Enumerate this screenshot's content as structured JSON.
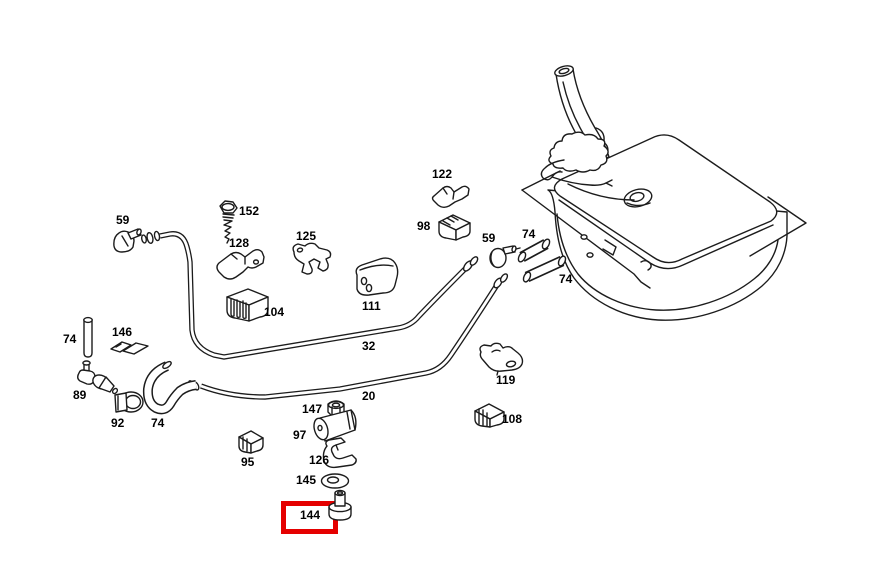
{
  "diagram": {
    "kind": "exploded-parts-diagram",
    "subject": "fuel tank with fuel lines, hoses, clamps and mounting hardware",
    "background_color": "#ffffff",
    "line_color": "#1c1c1c"
  },
  "highlight": {
    "label": "144",
    "color": "#e50000"
  },
  "parts_legend": {
    "59": "hose-clamp",
    "152": "screw",
    "128": "bracket",
    "125": "bracket",
    "104": "ribbed-clip-block",
    "111": "rubber-mount-block",
    "98": "ribbed-clip-block",
    "122": "bracket",
    "74": "fuel-hose",
    "32": "fuel-line",
    "20": "fuel-line",
    "146": "clip",
    "89": "check-valve",
    "92": "grommet-clip",
    "95": "ribbed-clip-block",
    "147": "nut",
    "97": "damper-canister",
    "126": "strap-bracket",
    "145": "washer",
    "144": "bolt",
    "119": "bracket",
    "108": "ribbed-clip-block",
    "tank": "fuel-tank",
    "neck": "filler-neck"
  },
  "labels": [
    {
      "text": "59"
    },
    {
      "text": "152"
    },
    {
      "text": "128"
    },
    {
      "text": "125"
    },
    {
      "text": "104"
    },
    {
      "text": "111"
    },
    {
      "text": "98"
    },
    {
      "text": "122"
    },
    {
      "text": "59"
    },
    {
      "text": "74"
    },
    {
      "text": "74"
    },
    {
      "text": "32"
    },
    {
      "text": "20"
    },
    {
      "text": "74"
    },
    {
      "text": "146"
    },
    {
      "text": "89"
    },
    {
      "text": "92"
    },
    {
      "text": "74"
    },
    {
      "text": "95"
    },
    {
      "text": "147"
    },
    {
      "text": "97"
    },
    {
      "text": "126"
    },
    {
      "text": "145"
    },
    {
      "text": "144"
    },
    {
      "text": "119"
    },
    {
      "text": "108"
    }
  ]
}
